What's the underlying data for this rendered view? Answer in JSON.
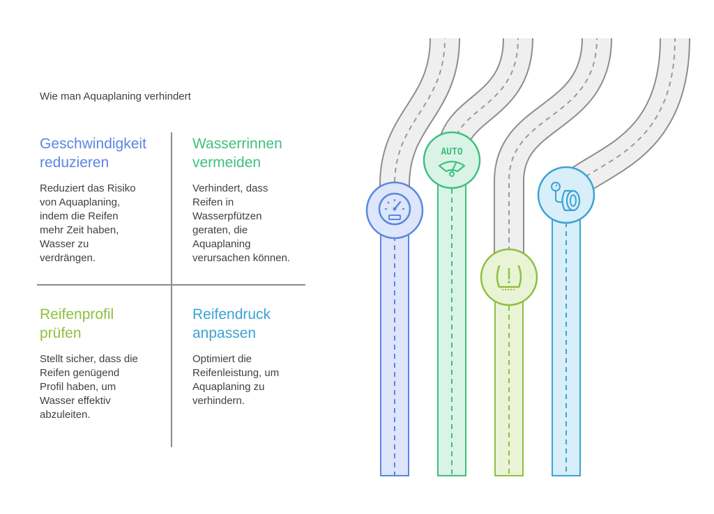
{
  "title": "Wie man Aquaplaning verhindert",
  "colors": {
    "blue": "#5b86e0",
    "green": "#3fbf7f",
    "lime": "#8fbf3f",
    "cyan": "#3aa3d4",
    "road": "#efefef",
    "road_edge": "#8d8d8d"
  },
  "quadrants": [
    {
      "heading_line1": "Geschwindigkeit",
      "heading_line2": "reduzieren",
      "body": [
        "Reduziert das Risiko",
        "von Aquaplaning,",
        "indem die Reifen",
        "mehr Zeit haben,",
        "Wasser zu",
        "verdrängen."
      ],
      "icon": "speedometer-icon"
    },
    {
      "heading_line1": "Wasserrinnen",
      "heading_line2": "vermeiden",
      "body": [
        "Verhindert, dass",
        "Reifen in",
        "Wasserpfützen",
        "geraten, die",
        "Aquaplaning",
        "verursachen können."
      ],
      "icon": "auto-wiper-icon"
    },
    {
      "heading_line1": "Reifenprofil",
      "heading_line2": "prüfen",
      "body": [
        "Stellt sicher, dass die",
        "Reifen genügend",
        "Profil haben, um",
        "Wasser effektiv",
        "abzuleiten."
      ],
      "icon": "tire-pressure-warning-icon"
    },
    {
      "heading_line1": "Reifendruck",
      "heading_line2": "anpassen",
      "body": [
        "Optimiert die",
        "Reifenleistung, um",
        "Aquaplaning zu",
        "verhindern."
      ],
      "icon": "tire-gauge-icon"
    }
  ],
  "icon_text": {
    "auto": "AUTO"
  }
}
